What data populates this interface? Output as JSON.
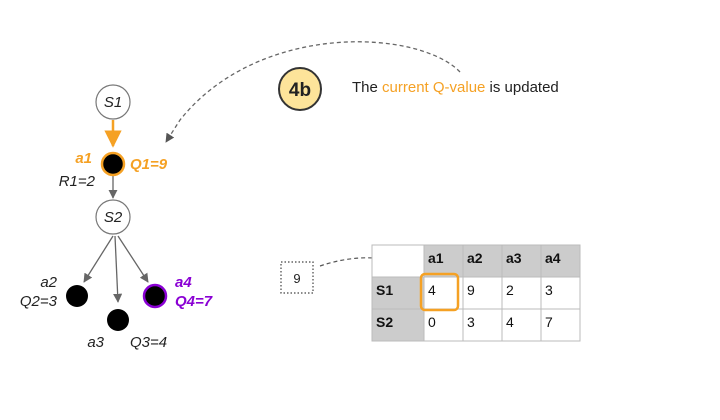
{
  "step": {
    "badge": "4b"
  },
  "caption": {
    "pre": "The ",
    "highlight": "current Q-value",
    "post": " is updated"
  },
  "colors": {
    "orange": "#f5a124",
    "purple": "#8a00d4",
    "badge_fill": "#fde49a",
    "gray": "#cccccc",
    "edge": "#666666"
  },
  "tree": {
    "root": {
      "label": "S1"
    },
    "action1": {
      "action": "a1",
      "q": "Q1=9",
      "reward": "R1=2"
    },
    "state2": {
      "label": "S2"
    },
    "leaves": {
      "a2": {
        "action": "a2",
        "q": "Q2=3"
      },
      "a3": {
        "action": "a3",
        "q": "Q3=4"
      },
      "a4": {
        "action": "a4",
        "q": "Q4=7"
      }
    }
  },
  "new_value_box": "9",
  "qtable": {
    "columns": [
      "a1",
      "a2",
      "a3",
      "a4"
    ],
    "rows": [
      {
        "state": "S1",
        "values": [
          "4",
          "9",
          "2",
          "3"
        ]
      },
      {
        "state": "S2",
        "values": [
          "0",
          "3",
          "4",
          "7"
        ]
      }
    ]
  }
}
